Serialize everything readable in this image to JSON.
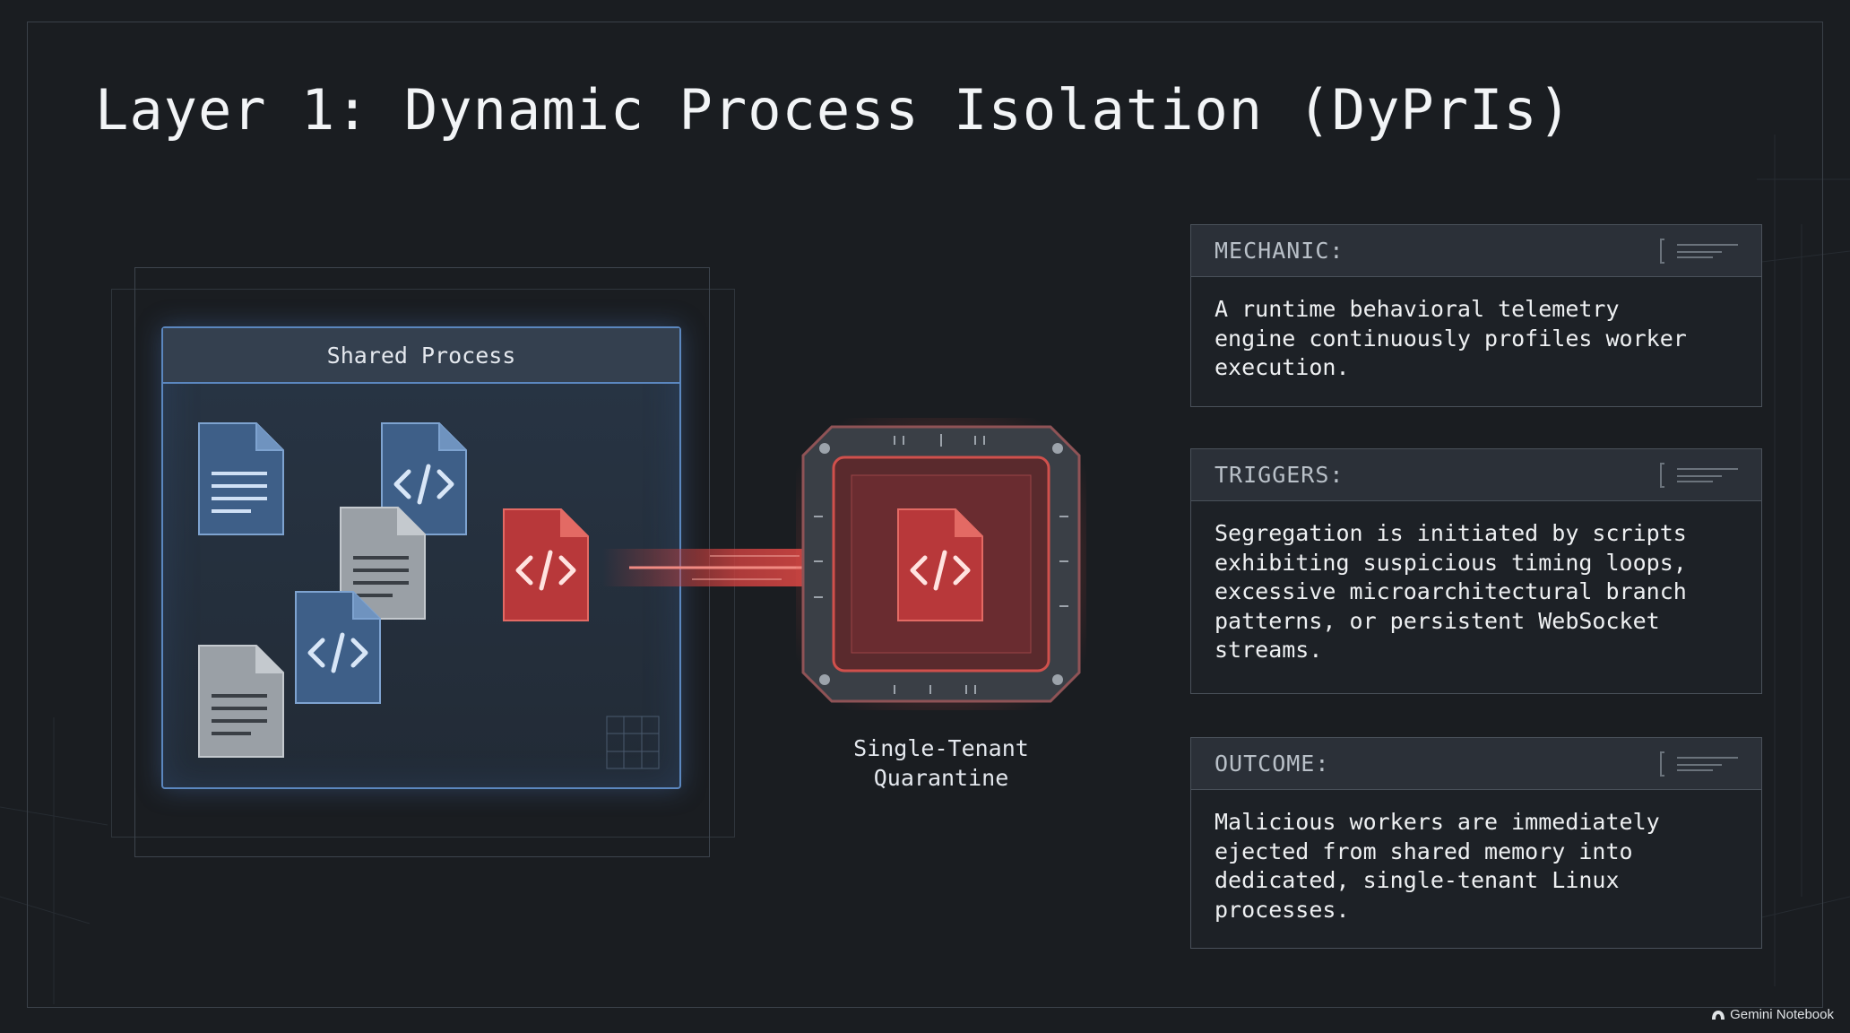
{
  "title": "Layer 1: Dynamic Process Isolation (DyPrIs)",
  "shared_process": {
    "label": "Shared Process"
  },
  "quarantine": {
    "label_line1": "Single-Tenant",
    "label_line2": "Quarantine"
  },
  "cards": [
    {
      "heading": "MECHANIC:",
      "body": "A runtime behavioral telemetry\nengine continuously profiles worker\nexecution."
    },
    {
      "heading": "TRIGGERS:",
      "body": "Segregation is initiated by scripts\nexhibiting suspicious timing loops,\nexcessive microarchitectural branch\npatterns, or persistent WebSocket\nstreams."
    },
    {
      "heading": "OUTCOME:",
      "body": "Malicious workers are immediately\nejected from shared memory into\ndedicated, single-tenant Linux\nprocesses."
    }
  ],
  "brand": "Gemini Notebook",
  "colors": {
    "background": "#1a1d21",
    "shared_blue": "#5b87bf",
    "doc_blue": "#3e5f88",
    "doc_gray": "#9aa0a6",
    "malicious_red": "#c7403f",
    "card_header": "#2b3038"
  }
}
